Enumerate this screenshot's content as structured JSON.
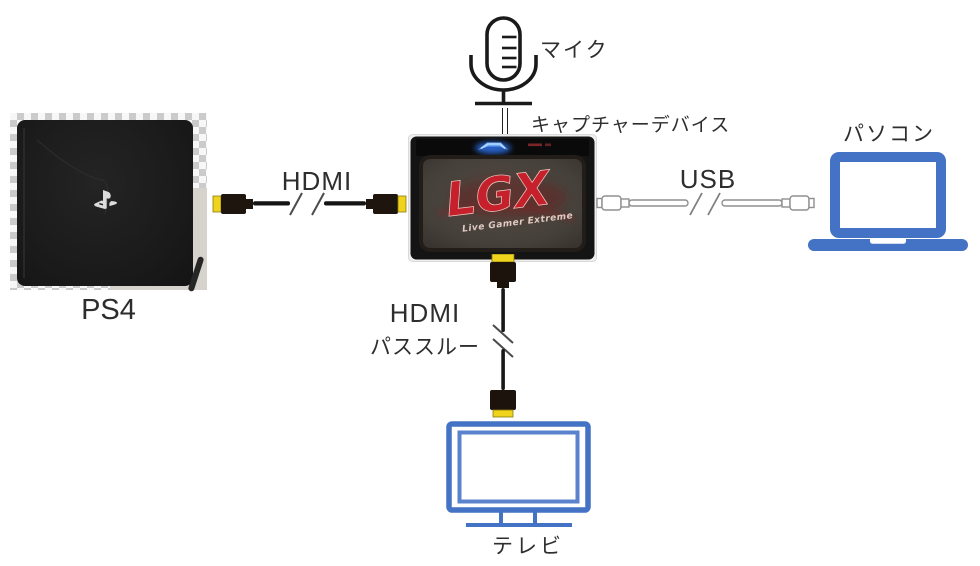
{
  "diagram": {
    "title": "capture-device-connection-diagram",
    "colors": {
      "accent_blue": "#4472C4",
      "hdmi_yellow": "#EFD31C",
      "led_blue": "#3A7BFF",
      "logo_red": "#C5202C",
      "text": "#2E2E2E"
    }
  },
  "nodes": {
    "mic": {
      "label": "マイク",
      "icon": "microphone-icon"
    },
    "capture_device": {
      "label": "キャプチャーデバイス",
      "logo": "LGX",
      "logo_sub": "Live Gamer Extreme"
    },
    "ps4": {
      "label": "PS4",
      "icon": "playstation-logo-icon"
    },
    "pc": {
      "label": "パソコン",
      "icon": "laptop-icon"
    },
    "tv": {
      "label": "テレビ",
      "icon": "tv-icon"
    }
  },
  "cables": {
    "hdmi_in": {
      "label": "HDMI",
      "type": "hdmi"
    },
    "usb": {
      "label": "USB",
      "type": "usb"
    },
    "hdmi_passthrough": {
      "label_line1": "HDMI",
      "label_line2": "パススルー",
      "type": "hdmi"
    }
  }
}
